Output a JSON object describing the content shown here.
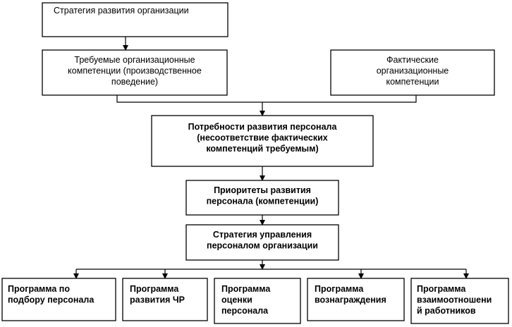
{
  "nodes": [
    {
      "id": "org-strategy",
      "lines": [
        "Стратегия развития организации"
      ],
      "bold": false
    },
    {
      "id": "required-competencies",
      "lines": [
        "Требуемые организационные",
        "компетенции  (производственное",
        "поведение)"
      ],
      "bold": false
    },
    {
      "id": "actual-competencies",
      "lines": [
        "Фактические",
        "организационные",
        "компетенции"
      ],
      "bold": false
    },
    {
      "id": "development-needs",
      "lines": [
        "Потребности развития персонала",
        "(несоответствие фактических",
        "компетенций требуемым)"
      ],
      "bold": true
    },
    {
      "id": "development-priorities",
      "lines": [
        "Приоритеты развития",
        "персонала (компетенции)"
      ],
      "bold": true
    },
    {
      "id": "hr-strategy",
      "lines": [
        "Стратегия управления",
        "персоналом организации"
      ],
      "bold": true
    },
    {
      "id": "program-selection",
      "lines": [
        "Программа  по",
        "подбору персонала"
      ],
      "bold": true
    },
    {
      "id": "program-development",
      "lines": [
        "Программа",
        "развития ЧР"
      ],
      "bold": true
    },
    {
      "id": "program-assessment",
      "lines": [
        "Программа",
        "оценки",
        "персонала"
      ],
      "bold": true
    },
    {
      "id": "program-rewards",
      "lines": [
        "Программа",
        "вознаграждения"
      ],
      "bold": true
    },
    {
      "id": "program-relations",
      "lines": [
        "Программа",
        "взаимоотношени",
        "й работников"
      ],
      "bold": true
    }
  ]
}
